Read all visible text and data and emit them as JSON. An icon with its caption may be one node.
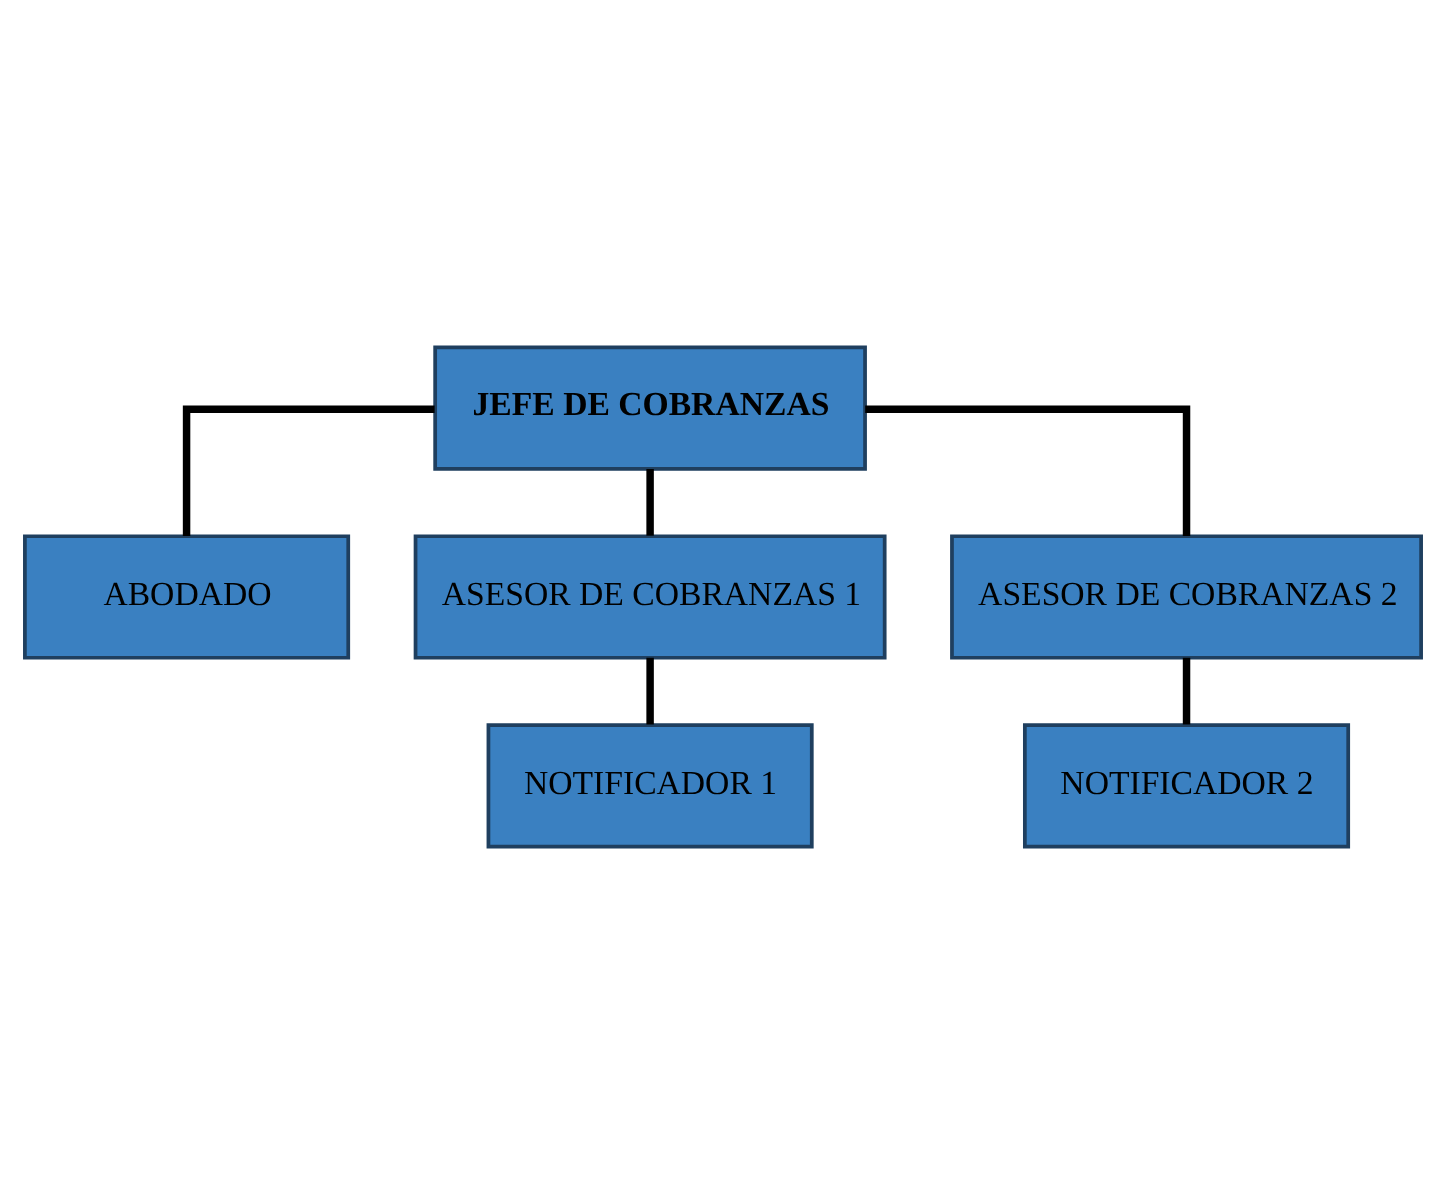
{
  "diagram": {
    "nodes": [
      {
        "text": [
          "JEFE DE COBRANZAS"
        ]
      },
      {
        "text": [
          "ABODADO"
        ]
      },
      {
        "text": [
          "ASESOR DE COBRANZAS 1"
        ]
      },
      {
        "text": [
          "ASESOR DE COBRANZAS 2"
        ]
      },
      {
        "text": [
          "NOTIFICADOR 1"
        ]
      },
      {
        "text": [
          "NOTIFICADOR 2"
        ]
      }
    ],
    "edges": [
      {
        "from": 0,
        "to": 1,
        "arrow": "none"
      },
      {
        "from": 0,
        "to": 2,
        "arrow": "none"
      },
      {
        "from": 0,
        "to": 3,
        "arrow": "none"
      },
      {
        "from": 2,
        "to": 4,
        "arrow": "none"
      },
      {
        "from": 3,
        "to": 5,
        "arrow": "none"
      }
    ]
  }
}
